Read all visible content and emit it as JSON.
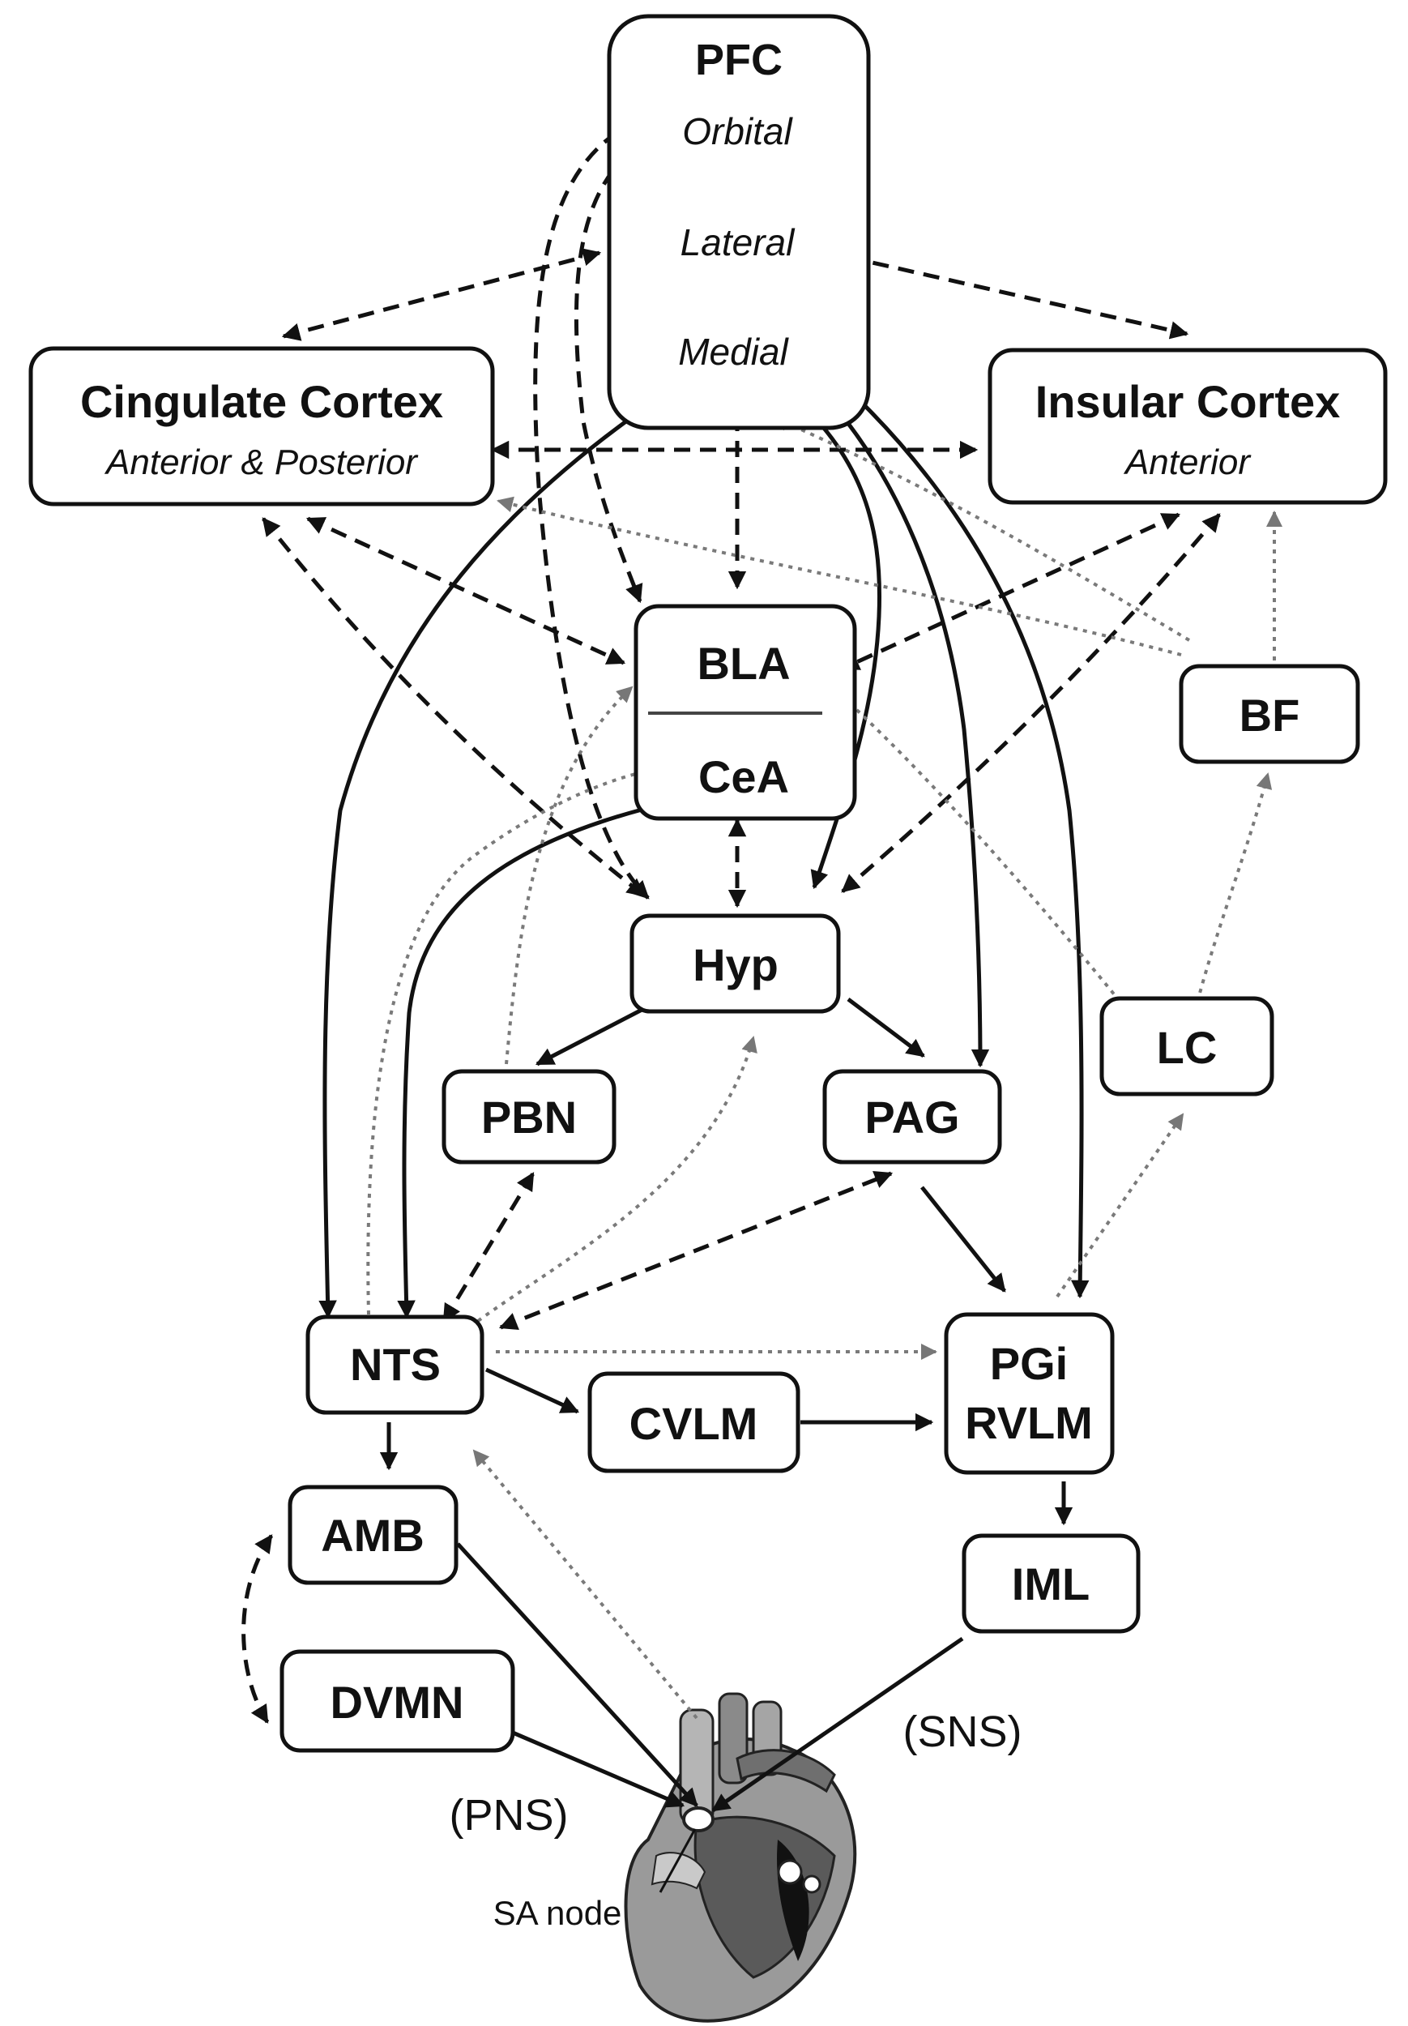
{
  "colors": {
    "line": "#111111",
    "dotted": "#7a7a7a",
    "box_fill": "#ffffff"
  },
  "nodes": {
    "pfc": {
      "title": "PFC",
      "sub1": "Orbital",
      "sub2": "Lateral",
      "sub3": "Medial"
    },
    "cingulate": {
      "title": "Cingulate Cortex",
      "sub": "Anterior & Posterior"
    },
    "insular": {
      "title": "Insular Cortex",
      "sub": "Anterior"
    },
    "bla": "BLA",
    "cea": "CeA",
    "bf": "BF",
    "hyp": "Hyp",
    "lc": "LC",
    "pbn": "PBN",
    "pag": "PAG",
    "nts": "NTS",
    "cvlm": "CVLM",
    "pgi": {
      "line1": "PGi",
      "line2": "RVLM"
    },
    "amb": "AMB",
    "iml": "IML",
    "dvmn": "DVMN"
  },
  "labels": {
    "pns": "(PNS)",
    "sns": "(SNS)",
    "sa_node": "SA node"
  },
  "icons": {
    "heart": "heart-icon",
    "sa_node_marker": "sa-node-icon"
  }
}
